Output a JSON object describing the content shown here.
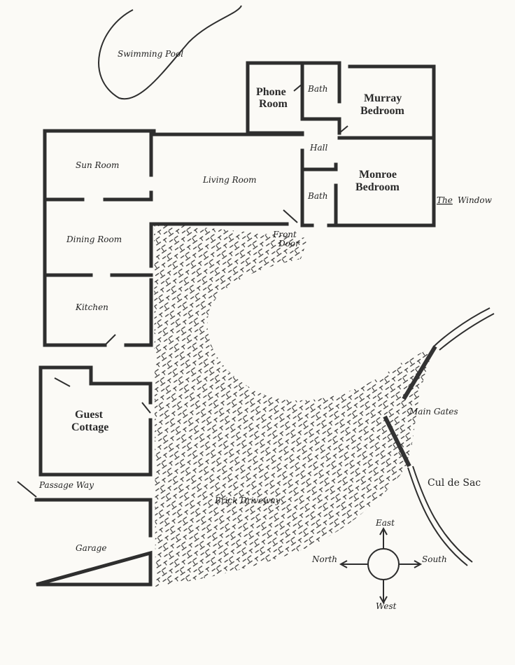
{
  "labels": {
    "swimming_pool": "Swimming Pool",
    "phone_room_1": "Phone",
    "phone_room_2": "Room",
    "bath_upper": "Bath",
    "murray_1": "Murray",
    "murray_2": "Bedroom",
    "hall": "Hall",
    "monroe_1": "Monroe",
    "monroe_2": "Bedroom",
    "bath_lower": "Bath",
    "the": "The",
    "window": "Window",
    "sun_room": "Sun Room",
    "living_room": "Living Room",
    "front_1": "Front",
    "front_2": "Door",
    "dining_room": "Dining Room",
    "kitchen": "Kitchen",
    "guest_1": "Guest",
    "guest_2": "Cottage",
    "passage_way": "Passage Way",
    "garage": "Garage",
    "brick_driveway": "Brick Driveway",
    "main_gates": "Main Gates",
    "cul_de_sac": "Cul de Sac"
  },
  "compass": {
    "east": "East",
    "north": "North",
    "south": "South",
    "west": "West"
  },
  "colors": {
    "ink": "#2e2e2e",
    "paper": "#fbfaf6"
  }
}
